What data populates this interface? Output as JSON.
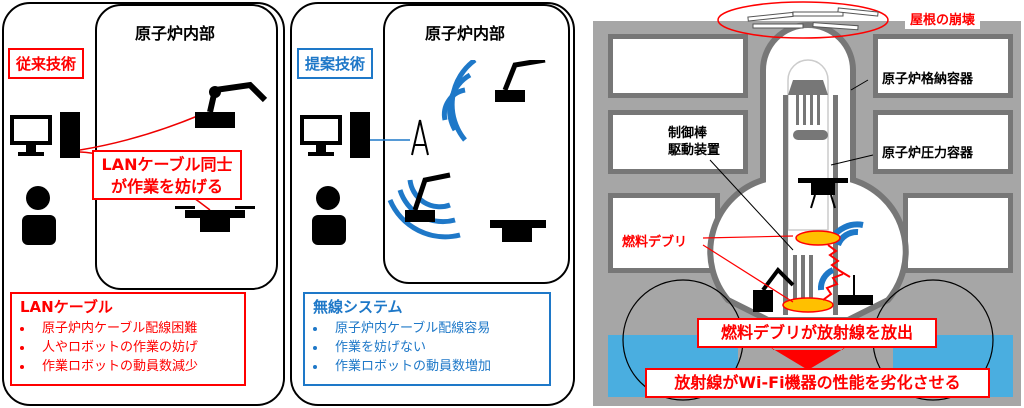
{
  "left_panel": {
    "inner_title": "原子炉内部",
    "tag": "従来技術",
    "callout": [
      "LANケーブル同士",
      "が作業を妨げる"
    ],
    "list_title": "LANケーブル",
    "items": [
      "原子炉内ケーブル配線困難",
      "人やロボットの作業の妨げ",
      "作業ロボットの動員数減少"
    ],
    "color": "#ff0000"
  },
  "mid_panel": {
    "inner_title": "原子炉内部",
    "tag": "提案技術",
    "list_title": "無線システム",
    "items": [
      "原子炉内ケーブル配線容易",
      "作業を妨げない",
      "作業ロボットの動員数増加"
    ],
    "color": "#1e78c8"
  },
  "reactor": {
    "roof_label": "屋根の崩壊",
    "containment_label": "原子炉格納容器",
    "pressure_label": "原子炉圧力容器",
    "crd_label": [
      "制御棒",
      "駆動装置"
    ],
    "debris_label": "燃料デブリ",
    "callout1": "燃料デブリが放射線を放出",
    "callout2": "放射線がWi-Fi機器の性能を劣化させる",
    "colors": {
      "building": "#a6a6a6",
      "water": "#4aaee0",
      "debris": "#ffc000"
    }
  }
}
